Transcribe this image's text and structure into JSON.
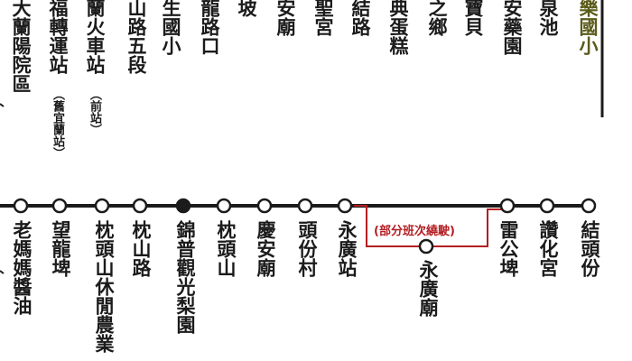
{
  "upper_labels": [
    {
      "id": "u1",
      "text": "大蘭陽院區"
    },
    {
      "id": "u2",
      "text": "福轉運站"
    },
    {
      "id": "u2n",
      "text": "（舊宜蘭站）"
    },
    {
      "id": "u3",
      "text": "蘭火車站"
    },
    {
      "id": "u3n",
      "text": "（前站）"
    },
    {
      "id": "u4",
      "text": "山路五段"
    },
    {
      "id": "u5",
      "text": "生國小"
    },
    {
      "id": "u6",
      "text": "龍路口"
    },
    {
      "id": "u7",
      "text": "坡"
    },
    {
      "id": "u8",
      "text": "安廟"
    },
    {
      "id": "u9",
      "text": "聖宮"
    },
    {
      "id": "u10",
      "text": "結路"
    },
    {
      "id": "u11",
      "text": "典蛋糕"
    },
    {
      "id": "u12",
      "text": "之鄉"
    },
    {
      "id": "u13",
      "text": "寶貝"
    },
    {
      "id": "u14",
      "text": "安藥園"
    },
    {
      "id": "u15",
      "text": "泉池"
    },
    {
      "id": "u16",
      "text": "樂國小"
    }
  ],
  "lower_stops": [
    {
      "id": "s1",
      "text": "老媽媽醬油"
    },
    {
      "id": "s2",
      "text": "望龍埤"
    },
    {
      "id": "s3",
      "text": "枕頭山休閒農業"
    },
    {
      "id": "s4",
      "text": "枕山路"
    },
    {
      "id": "s5",
      "text": "錦普觀光梨園"
    },
    {
      "id": "s6",
      "text": "枕頭山"
    },
    {
      "id": "s7",
      "text": "慶安廟"
    },
    {
      "id": "s8",
      "text": "頭份村"
    },
    {
      "id": "s9",
      "text": "永廣站"
    },
    {
      "id": "s10",
      "text": "雷公埤"
    },
    {
      "id": "s11",
      "text": "讚化宮"
    },
    {
      "id": "s12",
      "text": "結頭份"
    }
  ],
  "detour": {
    "note": "(部分班次繞駛)",
    "stop": "永廣廟"
  },
  "colors": {
    "line": "#1b1b1b",
    "detour": "#b41e23",
    "stop_fill": "#ffffff",
    "terminal_fill": "#1b1b1b",
    "olive": "#5b5b1c"
  }
}
